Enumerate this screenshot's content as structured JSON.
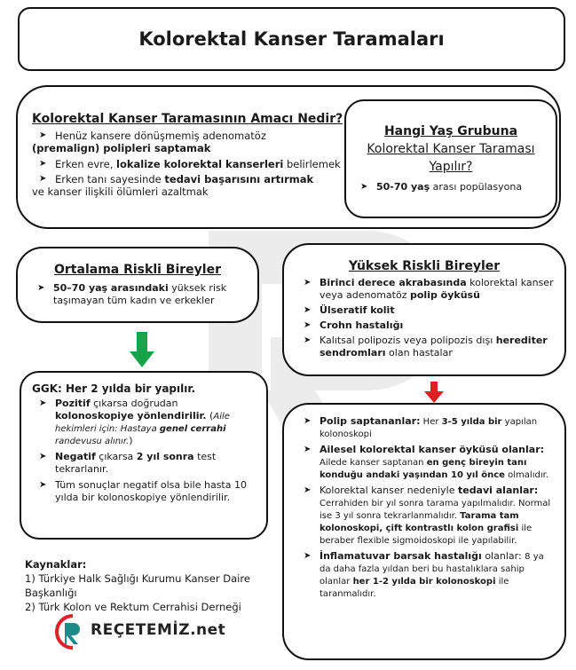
{
  "title": "Kolorektal Kanser Taramaları",
  "aim": {
    "heading": "Kolorektal Kanser Taramasının Amacı Nedir?",
    "item1_a": "Henüz kansere dönüşmemiş adenomatöz",
    "item1_b": "(premalign) polipleri saptamak",
    "item2_a": "Erken evre, ",
    "item2_b": "lokalize kolorektal kanserleri",
    "item2_c": " belirlemek",
    "item3_a": "Erken tanı sayesinde ",
    "item3_b": "tedavi başarısını artırmak",
    "item3_c": "ve kanser ilişkili ölümleri azaltmak"
  },
  "age": {
    "heading": "Hangi Yaş Grubuna",
    "line2": "Kolorektal Kanser Taraması",
    "line3": "Yapılır?",
    "item_bold": "50-70 yaş",
    "item_rest": " arası popülasyona"
  },
  "average": {
    "heading": "Ortalama Riskli Bireyler",
    "item_bold": "50–70 yaş arasındaki",
    "item_rest": " yüksek risk taşımayan tüm kadın ve erkekler"
  },
  "high": {
    "heading": "Yüksek Riskli Bireyler",
    "i1_bold": "Birinci derece akrabasında",
    "i1_rest": " kolorektal kanser veya adenomatöz ",
    "i1_bold2": "polip öyküsü",
    "i2": "Ülseratif kolit",
    "i3": "Crohn hastalığı",
    "i4_rest": "Kalıtsal polipozis veya polipozis dışı ",
    "i4_bold": "herediter sendromları",
    "i4_rest2": " olan hastalar"
  },
  "ggk": {
    "heading": "GGK: Her 2 yılda bir yapılır.",
    "i1_bold": "Pozitif",
    "i1_rest": " çıkarsa doğrudan ",
    "i1_bold2": "kolonoskopiye yönlendirilir.",
    "i1_paren": " (",
    "i1_italic": "Aile hekimleri için: Hastaya ",
    "i1_italic_bold": "genel cerrahi",
    "i1_italic2": " randevusu alınır.",
    "i1_close": ")",
    "i2_bold": "Negatif",
    "i2_rest": " çıkarsa ",
    "i2_bold2": "2 yıl sonra",
    "i2_rest2": " test tekrarlanır.",
    "i3": "Tüm sonuçlar negatif olsa bile hasta 10 yılda bir kolonoskopiye yönlendirilir."
  },
  "refs": {
    "heading": "Kaynaklar:",
    "r1": "1) Türkiye Halk Sağlığı Kurumu Kanser Daire Başkanlığı",
    "r2": "2) Türk Kolon ve Rektum Cerrahisi Derneği"
  },
  "risk": {
    "i1_bold": "Polip saptananlar:",
    "i1_rest": " Her ",
    "i1_bold2": "3-5 yılda bir",
    "i1_rest2": " yapılan kolonoskopi",
    "i2_bold": "Ailesel kolorektal kanser öyküsü olanlar:",
    "i2_rest": " Ailede kanser saptanan ",
    "i2_bold2": "en genç bireyin tanı konduğu andaki yaşından 10 yıl önce",
    "i2_rest2": " olmalıdır.",
    "i3_a": "Kolorektal kanser nedeniyle ",
    "i3_bold": "tedavi alanlar:",
    "i3_rest": " Cerrahiden bir yıl sonra tarama yapılmalıdır. Normal ise 3 yıl sonra tekrarlanmalıdır. ",
    "i3_bold2": "Tarama tam kolonoskopi, çift kontrastlı kolon grafisi",
    "i3_rest2": " ile beraber flexible sigmoidoskopi ile yapılabilir.",
    "i4_bold": "İnflamatuvar barsak hastalığı",
    "i4_a": " olanlar: ",
    "i4_rest": "8 ya da daha fazla yıldan beri bu hastalıklara sahip olanlar ",
    "i4_bold2": "her 1-2 yılda bir kolonoskopi",
    "i4_rest2": " ile taranmalıdır."
  },
  "logo": {
    "text": "REÇETEMİZ.net"
  },
  "colors": {
    "green_arrow": "#17a34a",
    "red_arrow": "#e02020",
    "logo_red": "#e41e26",
    "logo_teal": "#1f8a8a"
  },
  "icons": {
    "bullet": "arrowhead-bullet",
    "down_arrow": "down-arrow"
  }
}
